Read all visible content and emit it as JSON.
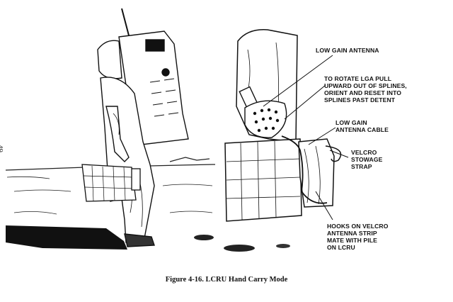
{
  "page_number": "49",
  "caption": "Figure 4-16.  LCRU Hand Carry Mode",
  "callouts": {
    "low_gain_antenna": "LOW GAIN ANTENNA",
    "rotate_lga": "TO ROTATE LGA PULL\nUPWARD OUT OF SPLINES,\nORIENT AND RESET INTO\nSPLINES PAST DETENT",
    "lga_cable": "LOW GAIN\nANTENNA CABLE",
    "velcro_strap": "VELCRO\nSTOWAGE\nSTRAP",
    "hooks_velcro": "HOOKS ON VELCRO\nANTENNA STRIP\nMATE WITH PILE\nON LCRU"
  }
}
